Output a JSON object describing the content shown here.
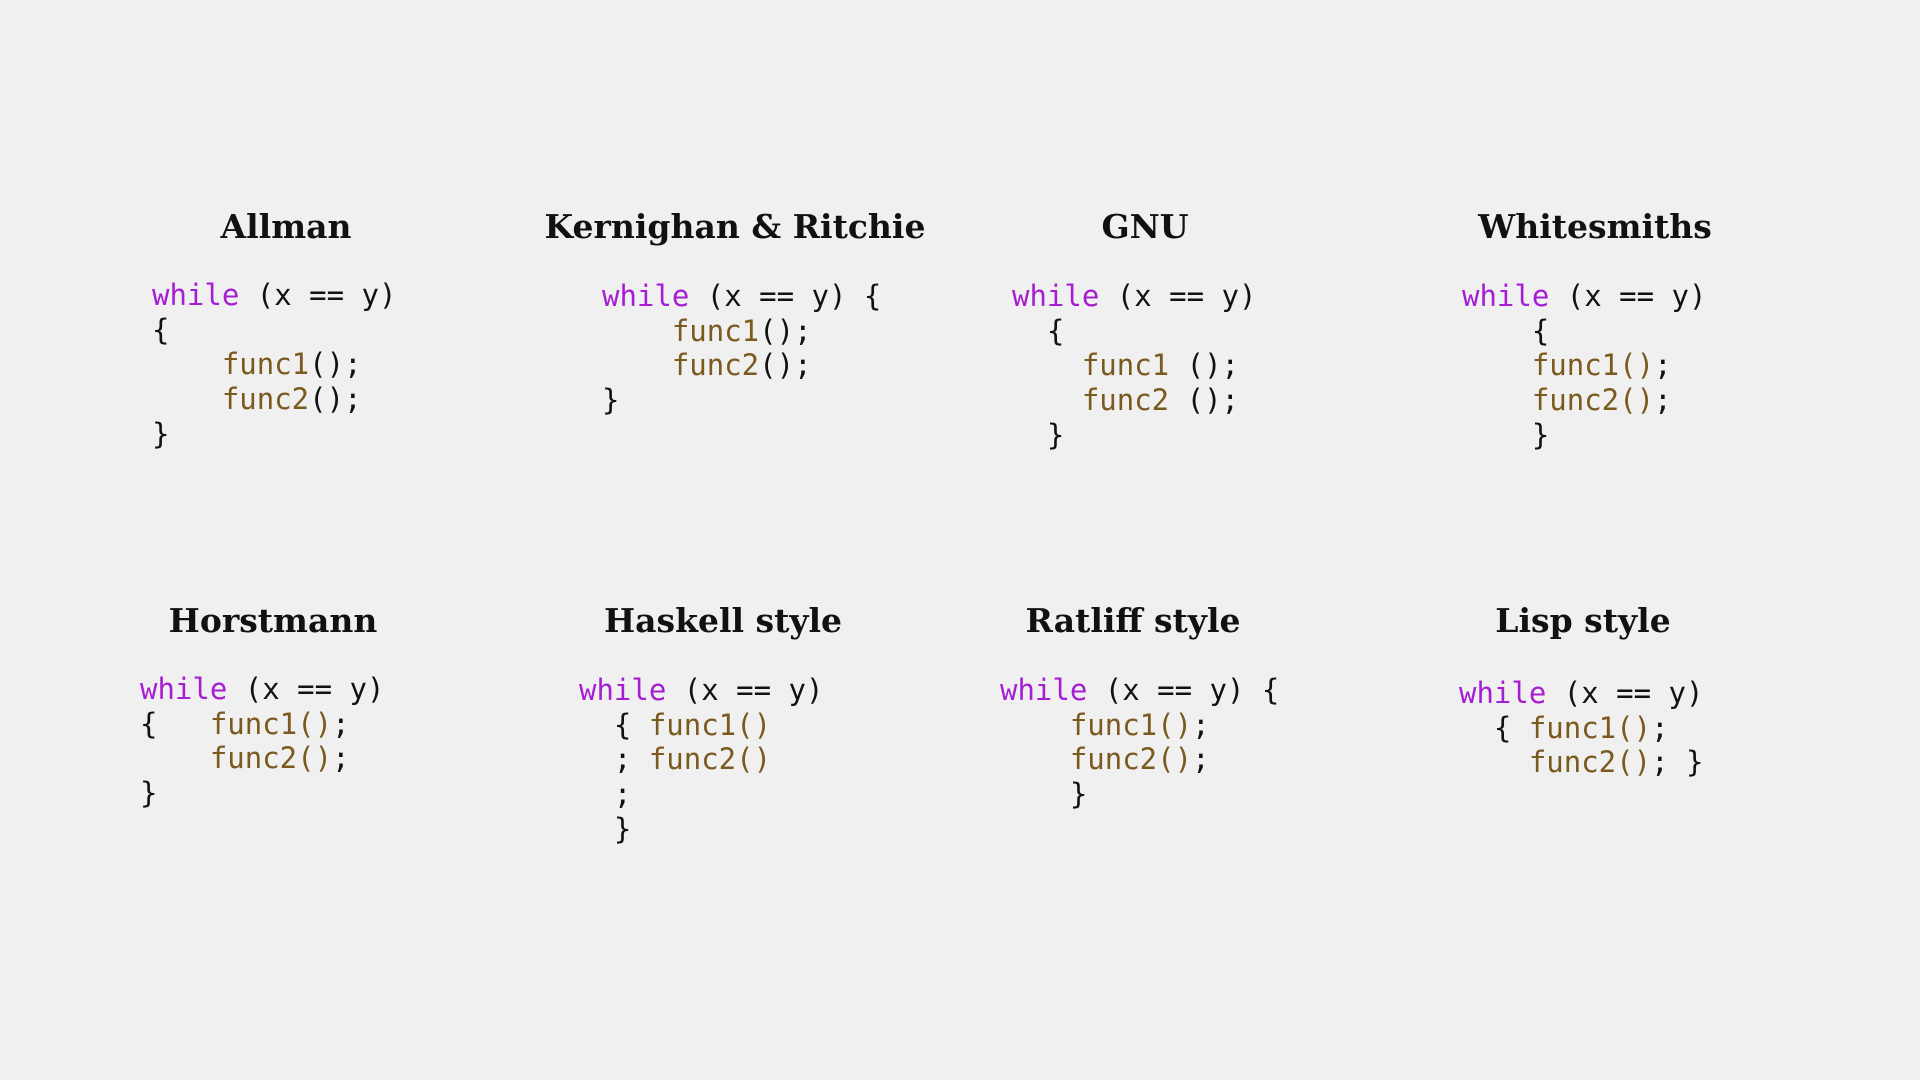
{
  "colors": {
    "background": "#f0f0f0",
    "keyword": "#a61ed2",
    "function": "#7a5a1e",
    "text": "#111111"
  },
  "panels": [
    {
      "title": "Allman",
      "lines": [
        [
          {
            "t": "while",
            "c": "kw"
          },
          {
            "t": " (x == y)",
            "c": "tx"
          }
        ],
        [
          {
            "t": "{",
            "c": "tx"
          }
        ],
        [
          {
            "t": "    ",
            "c": "tx"
          },
          {
            "t": "func1",
            "c": "fn"
          },
          {
            "t": "();",
            "c": "tx"
          }
        ],
        [
          {
            "t": "    ",
            "c": "tx"
          },
          {
            "t": "func2",
            "c": "fn"
          },
          {
            "t": "();",
            "c": "tx"
          }
        ],
        [
          {
            "t": "}",
            "c": "tx"
          }
        ]
      ]
    },
    {
      "title": "Kernighan & Ritchie",
      "lines": [
        [
          {
            "t": "while",
            "c": "kw"
          },
          {
            "t": " (x == y) {",
            "c": "tx"
          }
        ],
        [
          {
            "t": "    ",
            "c": "tx"
          },
          {
            "t": "func1",
            "c": "fn"
          },
          {
            "t": "();",
            "c": "tx"
          }
        ],
        [
          {
            "t": "    ",
            "c": "tx"
          },
          {
            "t": "func2",
            "c": "fn"
          },
          {
            "t": "();",
            "c": "tx"
          }
        ],
        [
          {
            "t": "}",
            "c": "tx"
          }
        ]
      ]
    },
    {
      "title": "GNU",
      "lines": [
        [
          {
            "t": "while",
            "c": "kw"
          },
          {
            "t": " (x == y)",
            "c": "tx"
          }
        ],
        [
          {
            "t": "  {",
            "c": "tx"
          }
        ],
        [
          {
            "t": "    ",
            "c": "tx"
          },
          {
            "t": "func1",
            "c": "fn"
          },
          {
            "t": " ();",
            "c": "tx"
          }
        ],
        [
          {
            "t": "    ",
            "c": "tx"
          },
          {
            "t": "func2",
            "c": "fn"
          },
          {
            "t": " ();",
            "c": "tx"
          }
        ],
        [
          {
            "t": "  }",
            "c": "tx"
          }
        ]
      ]
    },
    {
      "title": "Whitesmiths",
      "lines": [
        [
          {
            "t": "while",
            "c": "kw"
          },
          {
            "t": " (x == y)",
            "c": "tx"
          }
        ],
        [
          {
            "t": "    {",
            "c": "tx"
          }
        ],
        [
          {
            "t": "    ",
            "c": "tx"
          },
          {
            "t": "func1()",
            "c": "fn"
          },
          {
            "t": ";",
            "c": "tx"
          }
        ],
        [
          {
            "t": "    ",
            "c": "tx"
          },
          {
            "t": "func2()",
            "c": "fn"
          },
          {
            "t": ";",
            "c": "tx"
          }
        ],
        [
          {
            "t": "    }",
            "c": "tx"
          }
        ]
      ]
    },
    {
      "title": "Horstmann",
      "lines": [
        [
          {
            "t": "while",
            "c": "kw"
          },
          {
            "t": " (x == y)",
            "c": "tx"
          }
        ],
        [
          {
            "t": "{   ",
            "c": "tx"
          },
          {
            "t": "func1()",
            "c": "fn"
          },
          {
            "t": ";",
            "c": "tx"
          }
        ],
        [
          {
            "t": "    ",
            "c": "tx"
          },
          {
            "t": "func2()",
            "c": "fn"
          },
          {
            "t": ";",
            "c": "tx"
          }
        ],
        [
          {
            "t": "}",
            "c": "tx"
          }
        ]
      ]
    },
    {
      "title": "Haskell style",
      "lines": [
        [
          {
            "t": "while",
            "c": "kw"
          },
          {
            "t": " (x == y)",
            "c": "tx"
          }
        ],
        [
          {
            "t": "  { ",
            "c": "tx"
          },
          {
            "t": "func1()",
            "c": "fn"
          }
        ],
        [
          {
            "t": "  ; ",
            "c": "tx"
          },
          {
            "t": "func2()",
            "c": "fn"
          }
        ],
        [
          {
            "t": "  ;",
            "c": "tx"
          }
        ],
        [
          {
            "t": "  }",
            "c": "tx"
          }
        ]
      ]
    },
    {
      "title": "Ratliff style",
      "lines": [
        [
          {
            "t": "while",
            "c": "kw"
          },
          {
            "t": " (x == y) {",
            "c": "tx"
          }
        ],
        [
          {
            "t": "    ",
            "c": "tx"
          },
          {
            "t": "func1()",
            "c": "fn"
          },
          {
            "t": ";",
            "c": "tx"
          }
        ],
        [
          {
            "t": "    ",
            "c": "tx"
          },
          {
            "t": "func2()",
            "c": "fn"
          },
          {
            "t": ";",
            "c": "tx"
          }
        ],
        [
          {
            "t": "    }",
            "c": "tx"
          }
        ]
      ]
    },
    {
      "title": "Lisp style",
      "lines": [
        [
          {
            "t": "while",
            "c": "kw"
          },
          {
            "t": " (x == y)",
            "c": "tx"
          }
        ],
        [
          {
            "t": "  { ",
            "c": "tx"
          },
          {
            "t": "func1()",
            "c": "fn"
          },
          {
            "t": ";",
            "c": "tx"
          }
        ],
        [
          {
            "t": "    ",
            "c": "tx"
          },
          {
            "t": "func2()",
            "c": "fn"
          },
          {
            "t": "; }",
            "c": "tx"
          }
        ]
      ]
    }
  ]
}
